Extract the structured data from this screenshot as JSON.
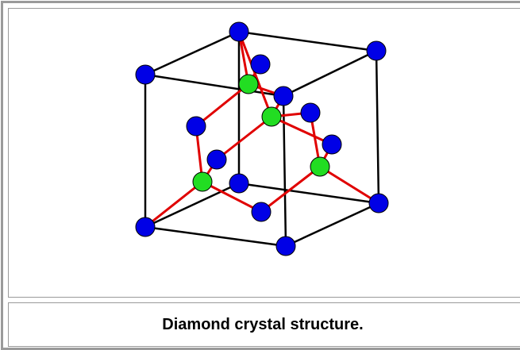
{
  "caption": {
    "text": "Diamond crystal structure."
  },
  "figure": {
    "colors": {
      "cube_edge": "#000000",
      "bond": "#e00000",
      "corner_and_face_atom": "#0000e6",
      "interior_atom": "#22dd22",
      "border": "#9a9a9a"
    },
    "atom_types": [
      "corner-atom",
      "face-center-atom",
      "tetrahedral-site-atom"
    ]
  }
}
